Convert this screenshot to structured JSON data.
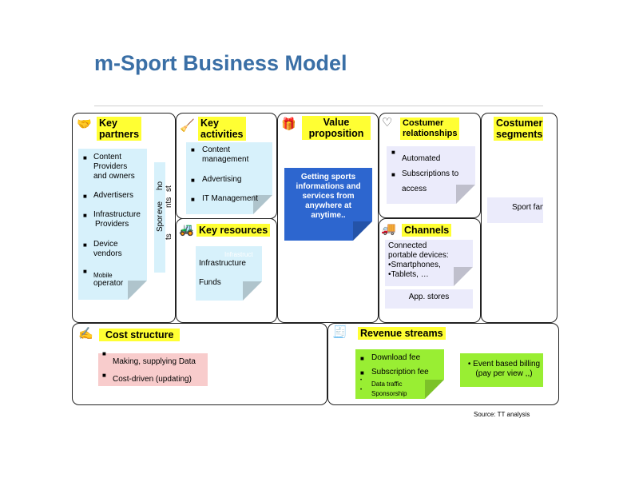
{
  "title": "m-Sport Business Model",
  "key_partners": {
    "header_line1": "Key",
    "header_line2": "partners",
    "item1_line1": "Content",
    "item1_line2": "Providers",
    "item1_line3": "and owners",
    "item2": "Advertisers",
    "item3_line1": "Infrastructure",
    "item3_line2": "Providers",
    "item4_line1": "Device",
    "item4_line2": "vendors",
    "item5_line1": "Mobile",
    "item5_line2": "operator",
    "vertical_line1": "Spor",
    "vertical_line2": "ts",
    "vertical_line3": "eve",
    "vertical_line4": "nts",
    "vertical_line5": "ho",
    "vertical_line6": "st"
  },
  "key_activities": {
    "header_line1": "Key",
    "header_line2": "activities",
    "item1_line1": "Content",
    "item1_line2": "management",
    "item2": "Advertising",
    "item3": "IT Management"
  },
  "key_resources": {
    "header": "Key resources",
    "item1": "Infrastructure",
    "item1_ghost": "Infrastruct",
    "item2": "Funds"
  },
  "value_proposition": {
    "header_line1": "Value",
    "header_line2": "proposition",
    "note_line1": "Getting sports",
    "note_line2": "informations and",
    "note_line3": "services from",
    "note_line4": "anywhere at",
    "note_line5": "anytime.."
  },
  "customer_relationships": {
    "header_line1": "Costumer",
    "header_line2": "relationships",
    "item1": "Automated",
    "item2_line1": "Subscriptions to",
    "item2_line2": "access"
  },
  "channels": {
    "header": "Channels",
    "line1": "Connected",
    "line2": "portable devices:",
    "line3": "•Smartphones,",
    "line4": "•Tablets, …",
    "app_stores": "App. stores"
  },
  "customer_segments": {
    "header_line1": "Costumer",
    "header_line2": "segments",
    "note": "Sport fans"
  },
  "cost_structure": {
    "header": "Cost structure",
    "item1": "Making, supplying Data",
    "item2": "Cost-driven (updating)"
  },
  "revenue_streams": {
    "header": "Revenue streams",
    "item1": "Download fee",
    "item2": "Subscription fee",
    "item3": "Data traffic",
    "item4": "Sponsorship",
    "event_line1": "• Event based billing",
    "event_line2": "(pay per view ,,)"
  },
  "source": "Source: TT analysis",
  "bullet": "■",
  "icons": {
    "partners": "partners-icon",
    "activities": "activities-icon",
    "resources": "resources-icon",
    "value": "gift-icon",
    "relationships": "heart-icon",
    "channels": "truck-icon",
    "cost": "pen-icon",
    "revenue": "cash-register-icon"
  },
  "colors": {
    "title": "#3a6fa6",
    "header_highlight": "#ffff33",
    "note_blue": "#d7f1fb",
    "note_purple": "#ebebfb",
    "note_pink": "#f8cccc",
    "note_green": "#99ee33",
    "note_dark_blue": "#2d66cf"
  }
}
